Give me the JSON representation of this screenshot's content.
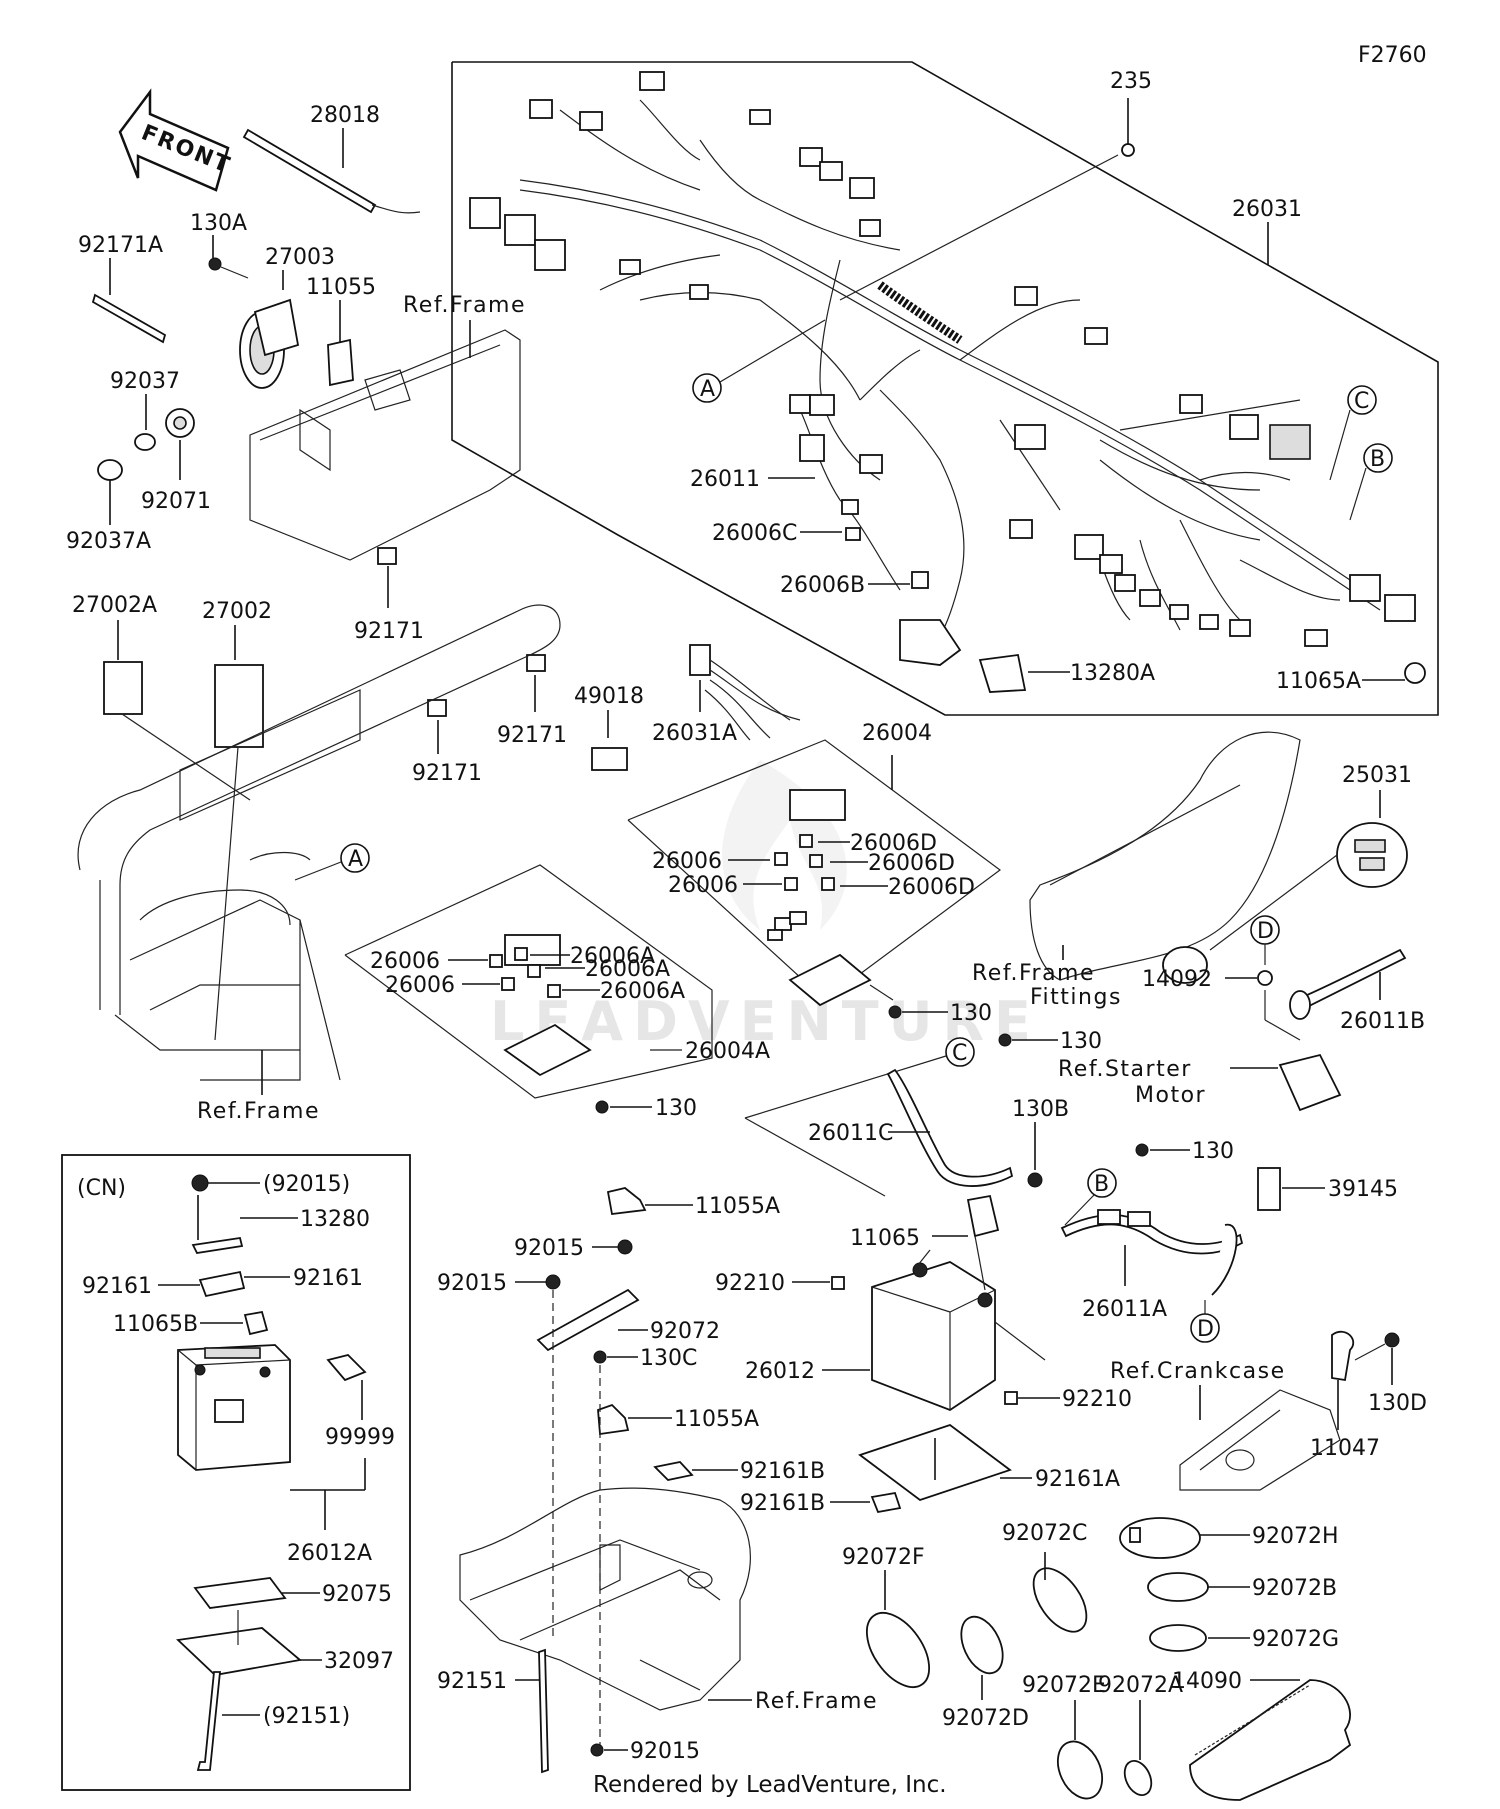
{
  "figure_code": "F2760",
  "footer": "Rendered by LeadVenture, Inc.",
  "watermark": "LEADVENTURE",
  "front_label": "FRONT",
  "callouts": [
    "A",
    "A",
    "B",
    "B",
    "C",
    "C",
    "D",
    "D"
  ],
  "refs": {
    "frame": "Ref.Frame",
    "frame_fittings_1": "Ref.Frame",
    "frame_fittings_2": "Fittings",
    "starter_1": "Ref.Starter",
    "starter_2": "Motor",
    "crankcase": "Ref.Crankcase",
    "cn": "(CN)"
  },
  "parts": {
    "p28018": "28018",
    "p235": "235",
    "p26031": "26031",
    "p92171A": "92171A",
    "p130A": "130A",
    "p27003": "27003",
    "p11055": "11055",
    "p92037": "92037",
    "p92071": "92071",
    "p92037A": "92037A",
    "p26011": "26011",
    "p26006C": "26006C",
    "p26006B": "26006B",
    "p13280A": "13280A",
    "p11065A": "11065A",
    "p92171_a": "92171",
    "p27002A": "27002A",
    "p27002": "27002",
    "p92171_b": "92171",
    "p92171_c": "92171",
    "p49018": "49018",
    "p26031A": "26031A",
    "p26004": "26004",
    "p26006D_1": "26006D",
    "p26006_1": "26006",
    "p26006D_2": "26006D",
    "p26006_2": "26006",
    "p26006D_3": "26006D",
    "p25031": "25031",
    "p26006_3": "26006",
    "p26006A_1": "26006A",
    "p26006_4": "26006",
    "p26006A_2": "26006A",
    "p26006A_3": "26006A",
    "p130_1": "130",
    "p14092": "14092",
    "p26011B": "26011B",
    "p26004A": "26004A",
    "p130_2": "130",
    "p130_3": "130",
    "p26011C": "26011C",
    "p130B": "130B",
    "p130_4": "130",
    "p39145": "39145",
    "p92015_cn": "(92015)",
    "p13280": "13280",
    "p92161_1": "92161",
    "p92161_2": "92161",
    "p11065B": "11065B",
    "p99999": "99999",
    "p26012A": "26012A",
    "p92075": "92075",
    "p32097": "32097",
    "p92151_cn": "(92151)",
    "p11055A_1": "11055A",
    "p92015_a": "92015",
    "p92015_b": "92015",
    "p92072": "92072",
    "p130C": "130C",
    "p11055A_2": "11055A",
    "p92161B_1": "92161B",
    "p92161B_2": "92161B",
    "p92151": "92151",
    "p92015_c": "92015",
    "p11065": "11065",
    "p92210_1": "92210",
    "p26012": "26012",
    "p92210_2": "92210",
    "p92161A": "92161A",
    "p26011A": "26011A",
    "p11047": "11047",
    "p130D": "130D",
    "p92072F": "92072F",
    "p92072C": "92072C",
    "p92072D": "92072D",
    "p92072E": "92072E",
    "p92072A": "92072A",
    "p92072H": "92072H",
    "p92072B": "92072B",
    "p92072G": "92072G",
    "p14090": "14090"
  }
}
